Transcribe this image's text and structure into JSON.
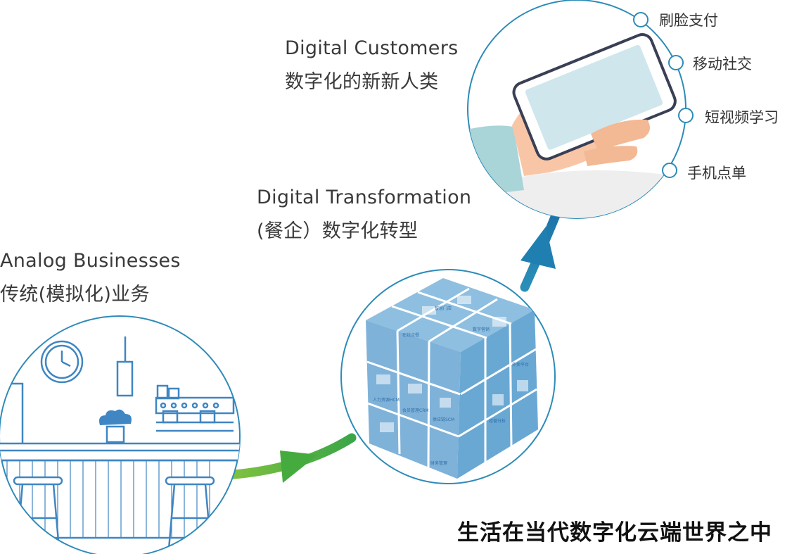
{
  "stages": {
    "analog": {
      "title": "Analog Businesses",
      "subtitle": "传统(模拟化)业务"
    },
    "transformation": {
      "title": "Digital Transformation",
      "subtitle": "(餐企）数字化转型"
    },
    "customers": {
      "title": "Digital Customers",
      "subtitle": "数字化的新新人类"
    }
  },
  "features": [
    "刷脸支付",
    "移动社交",
    "短视频学习",
    "手机点单"
  ],
  "tagline": "生活在当代数字化云端世界之中",
  "cube_tiles": {
    "t1": "人力资源HCM",
    "t2": "会员管理CRM",
    "t3": "供应链SCM",
    "t4": "财务管理",
    "t5": "经营分析",
    "t6": "智慧门店",
    "t7": "数字营销",
    "t8": "在线点餐",
    "t9": "外卖平台"
  },
  "colors": {
    "circle_stroke": "#2d8bb8",
    "arrow_green": "#4cae3c",
    "arrow_blue": "#1f7fb0",
    "cube_blue": "#6aa8d4",
    "line_blue": "#3f86c2"
  }
}
